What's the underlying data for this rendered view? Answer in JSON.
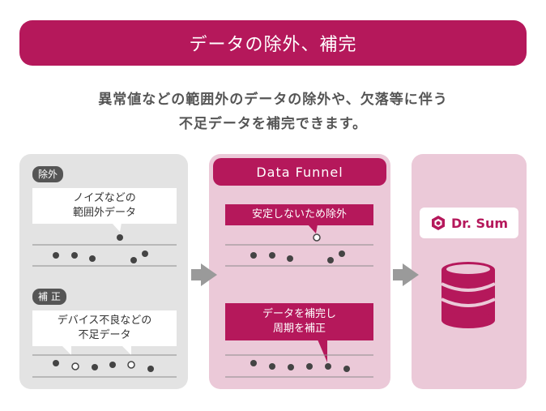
{
  "title": "データの除外、補完",
  "subtitle": {
    "line1": "異常値などの範囲外のデータの除外や、欠落等に伴う",
    "line2": "不足データを補完できます。"
  },
  "left_panel": {
    "exclude": {
      "tag": "除外",
      "callout_line1": "ノイズなどの",
      "callout_line2": "範囲外データ"
    },
    "complement": {
      "tag": "補 正",
      "callout_line1": "デバイス不良などの",
      "callout_line2": "不足データ"
    }
  },
  "middle_panel": {
    "header": "Data Funnel",
    "exclude_label": "安定しないため除外",
    "complement_line1": "データを補完し",
    "complement_line2": "周期を補正"
  },
  "right_panel": {
    "logo_text": "Dr. Sum",
    "icon": "database-icon"
  },
  "colors": {
    "accent": "#b5185b",
    "panel_gray": "#e3e3e3",
    "panel_pink": "#ebc9d8",
    "dot": "#444444",
    "arrow": "#9a9a9a"
  }
}
